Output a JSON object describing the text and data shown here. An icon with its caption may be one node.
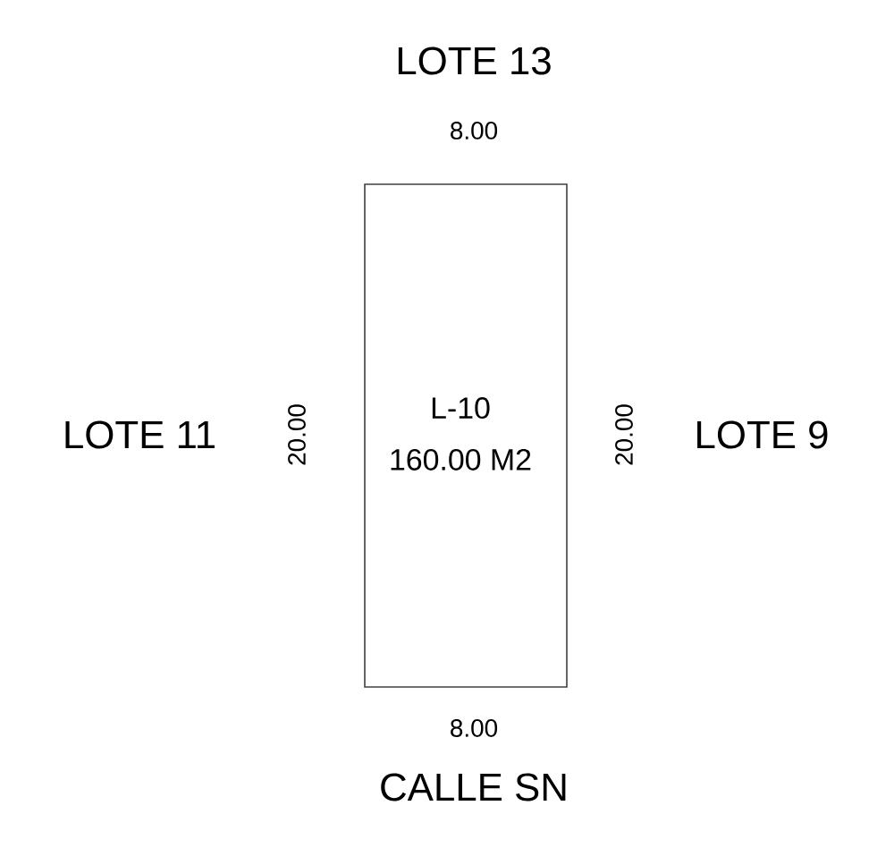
{
  "diagram": {
    "nodes": [
      {
        "text": [
          "L-10",
          "160.00 M2"
        ]
      }
    ],
    "labels": [
      "LOTE 13",
      "8.00",
      "LOTE 11",
      "20.00",
      "20.00",
      "LOTE 9",
      "8.00",
      "CALLE SN"
    ]
  }
}
